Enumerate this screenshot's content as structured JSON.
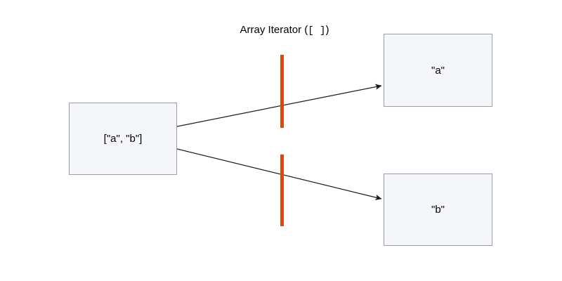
{
  "diagram": {
    "title_text": "Array Iterator (",
    "title_code": "[ ]",
    "title_text_end": ")",
    "colors": {
      "iterator_bar": "#d9480f",
      "node_fill": "#f4f6f9",
      "node_border": "#9aa0a6",
      "edge": "#1a1a1a",
      "text": "#000000",
      "background": "#ffffff"
    },
    "nodes": [
      {
        "id": "source",
        "label": "[\"a\", \"b\"]"
      },
      {
        "id": "item_a",
        "label": "\"a\""
      },
      {
        "id": "item_b",
        "label": "\"b\""
      }
    ],
    "iterator_bars": [
      {
        "id": "top"
      },
      {
        "id": "bottom"
      }
    ],
    "edges": [
      {
        "id": "source-to-a",
        "from": "source",
        "to": "item_a"
      },
      {
        "id": "source-to-b",
        "from": "source",
        "to": "item_b"
      }
    ]
  }
}
